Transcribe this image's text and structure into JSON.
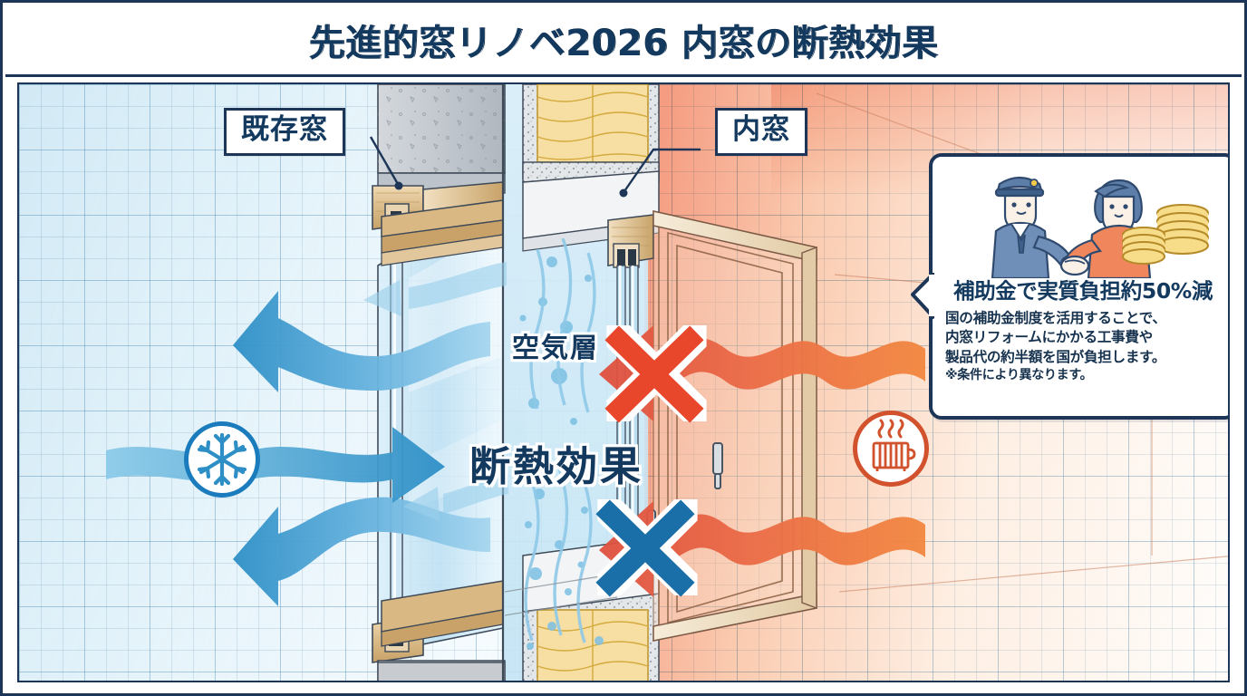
{
  "header": {
    "title": "先進的窓リノベ2026 内窓の断熱効果"
  },
  "diagram": {
    "labels": {
      "existing_window": "既存窓",
      "inner_window": "内窓"
    },
    "overlay_texts": {
      "air_layer": "空気層",
      "insulation_effect": "断熱効果"
    },
    "icons": {
      "cold": "snowflake-icon",
      "heat": "radiator-icon",
      "block_upper": "x-mark-red",
      "block_lower": "x-mark-blue"
    },
    "arrows": {
      "cold_outflow": "blue-wavy-arrow-left",
      "cold_inflow": "blue-wavy-arrow-right",
      "heat_upper": "orange-wavy-arrow-left",
      "heat_lower": "orange-wavy-arrow-left"
    }
  },
  "subsidy": {
    "illustration": "handshake-officer-resident-coins-icon",
    "headline": "補助金で実質負担約50%減",
    "body_lines": [
      "国の補助金制度を活用することで、",
      "内窓リフォームにかかる工事費や",
      "製品代の約半額を国が負担します。"
    ],
    "note": "※条件により異なります。"
  },
  "colors": {
    "frame_navy": "#1d3557",
    "title_navy": "#14395e",
    "cold_blue": "#3a97cf",
    "cold_blue_dark": "#1a7bbd",
    "heat_orange": "#ef7f46",
    "heat_red": "#e0523d",
    "x_red": "#e8472b",
    "x_blue": "#1a6fa8",
    "wood_light": "#e8d2ae",
    "wood_mid": "#d9b883",
    "wood_dark": "#b98e52",
    "concrete": "#c8ccd1",
    "concrete_dark": "#a9b0b7",
    "insulation": "#f7dfa3",
    "glass_blue": "#cfe7f4",
    "indoor_warm": "#f39072",
    "grid_line": "#78a5c3"
  }
}
